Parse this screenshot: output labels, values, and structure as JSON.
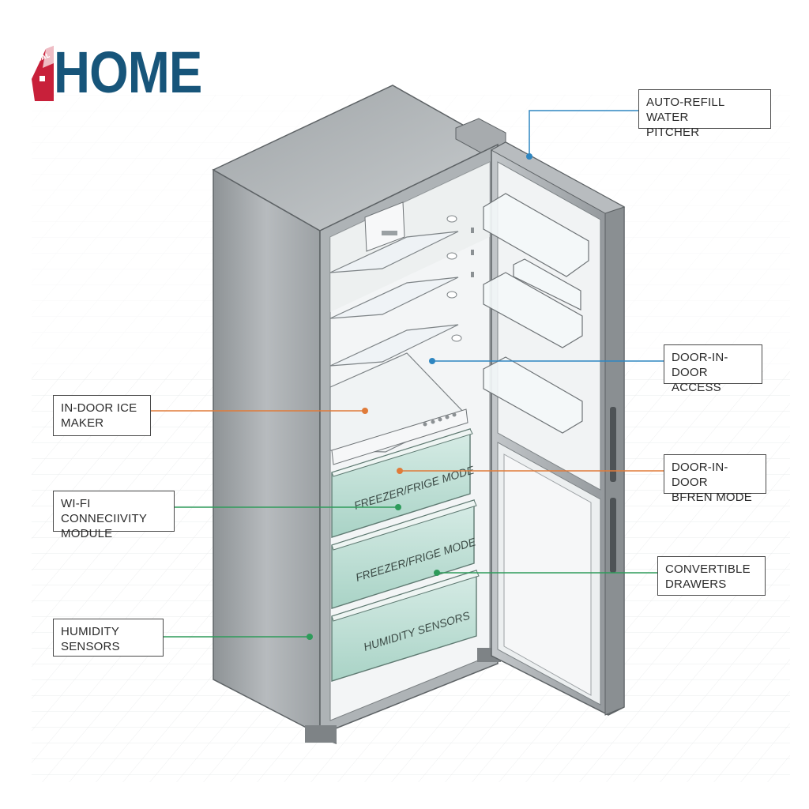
{
  "brand": {
    "logo_text": "HOME",
    "logo_small_text": "REAL"
  },
  "colors": {
    "brand": "#17557a",
    "blue_leader": "#2e86c1",
    "orange_leader": "#e07b39",
    "green_leader": "#2e9b5a"
  },
  "callouts": {
    "auto_refill": "AUTO-REFILL WATER\nPITCHER",
    "door_in_door_access": "DOOR-IN-DOOR\nACCESS",
    "in_door_ice": "IN-DOOR ICE\nMAKER",
    "door_in_door_bfren": "DOOR-IN-DOOR\nBFREN MODE",
    "wifi": "WI-FI CONNECIIVITY\nMODULE",
    "convertible": "CONVERTIBLE\nDRAWERS",
    "humidity": "HUMIDITY\nSENSORS"
  },
  "drawers": {
    "top_label": "FREEZER/FRIGE MODE",
    "mid_label": "FREEZER/FRIGE MODE",
    "bottom_label": "HUMIDITY SENSORS"
  }
}
